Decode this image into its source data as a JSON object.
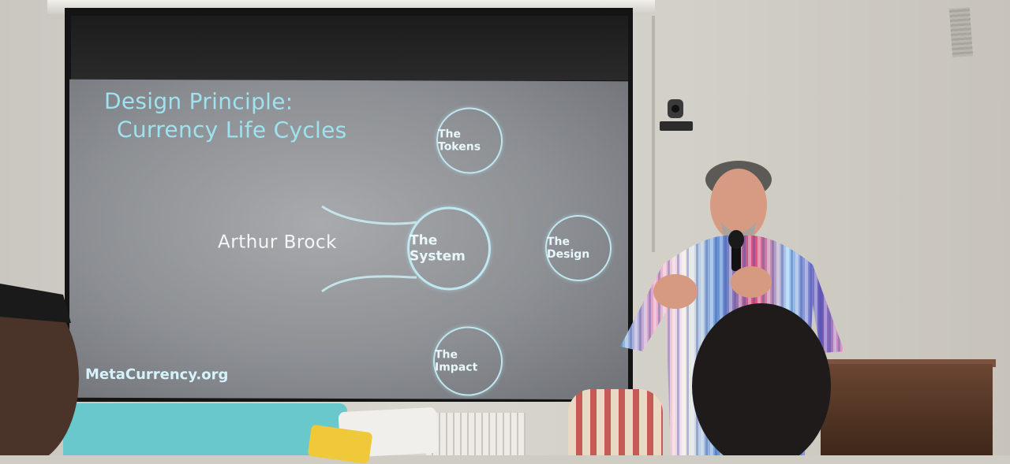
{
  "slide": {
    "title_line1": "Design Principle:",
    "title_line2": "Currency Life Cycles",
    "presenter": "Arthur Brock",
    "footer": "MetaCurrency.org",
    "nodes": {
      "tokens": "The Tokens",
      "system": "The System",
      "design": "The Design",
      "impact": "The Impact"
    },
    "colors": {
      "title": "#9fe2ef",
      "node_ring": "#bfe7f0",
      "background": "#8c8f93"
    }
  },
  "scene": {
    "elements": [
      "projection-screen",
      "speaker-with-microphone",
      "ceiling-camera",
      "sofa",
      "armchair",
      "radiator",
      "sideboard",
      "audience-heads"
    ]
  }
}
